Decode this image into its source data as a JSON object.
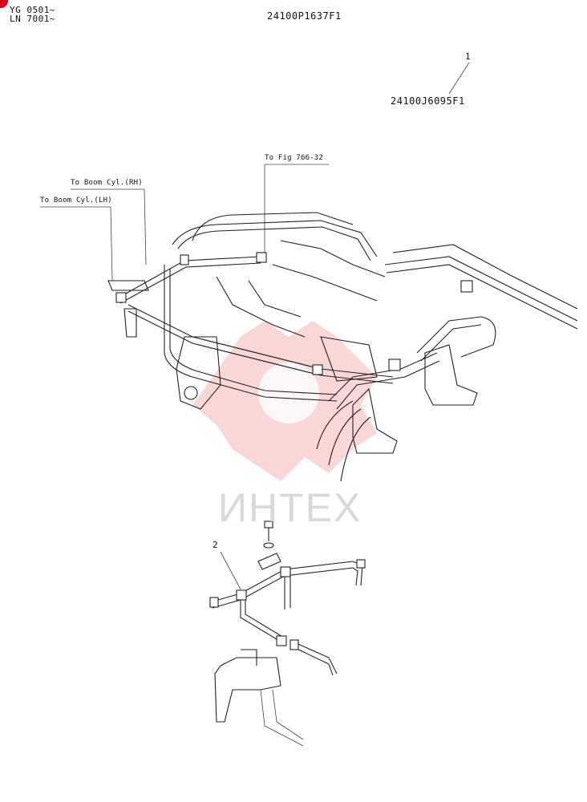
{
  "header": {
    "serial_yg": "YG 0501~",
    "serial_ln": "LN 7001~",
    "figure_number": "24100P1637F1"
  },
  "callouts": {
    "item1_number": "1",
    "item1_part": "24100J6095F1",
    "item2_number": "2"
  },
  "labels": {
    "to_fig": "To Fig 766-32",
    "to_boom_rh": "To Boom Cyl.(RH)",
    "to_boom_lh": "To Boom Cyl.(LH)"
  },
  "watermark": {
    "text": "ИНТЕХ",
    "logo_color": "#f4b6b6"
  },
  "colors": {
    "marker": "#d9001b"
  }
}
